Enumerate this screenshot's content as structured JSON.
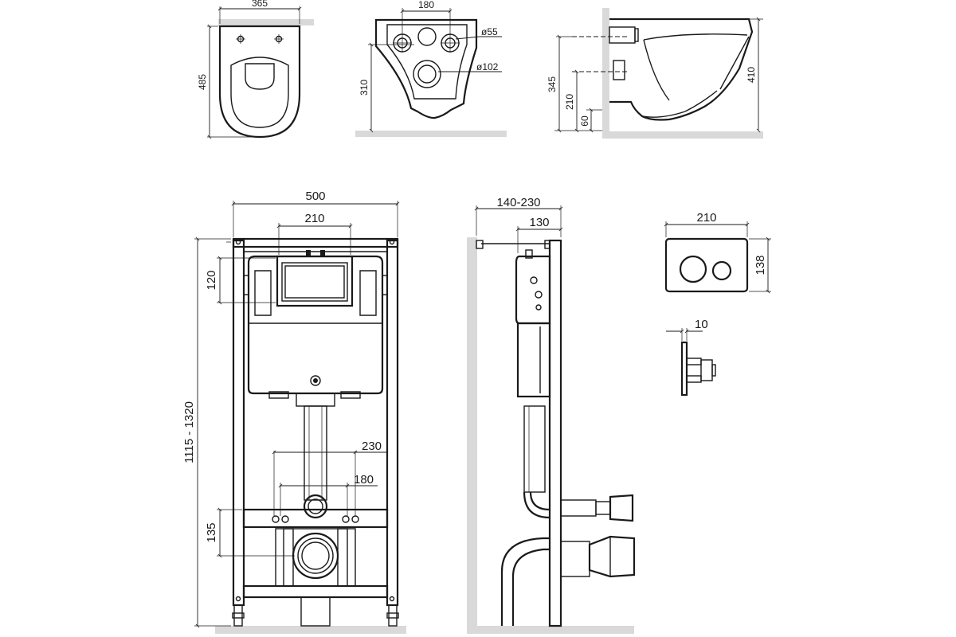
{
  "colors": {
    "line": "#1a1a1a",
    "floor": "#d9d9d9",
    "background": "#ffffff"
  },
  "toilet_top_view": {
    "width": "365",
    "depth": "485"
  },
  "toilet_rear_view": {
    "hole_spacing": "180",
    "small_hole": "ø55",
    "outlet_hole": "ø102",
    "height": "310"
  },
  "toilet_side_view": {
    "total_height": "410",
    "fixing_height": "345",
    "outlet_height": "210",
    "inlet_height": "60"
  },
  "frame_front_view": {
    "width": "500",
    "plate_width": "210",
    "plate_height": "120",
    "height_range": "1115 - 1320",
    "stud_spacing_outer": "230",
    "stud_spacing_inner": "180",
    "outlet_height": "135"
  },
  "frame_side_view": {
    "depth_range": "140-230",
    "tank_depth": "130"
  },
  "flush_plate": {
    "width": "210",
    "height": "138",
    "thickness": "10"
  }
}
